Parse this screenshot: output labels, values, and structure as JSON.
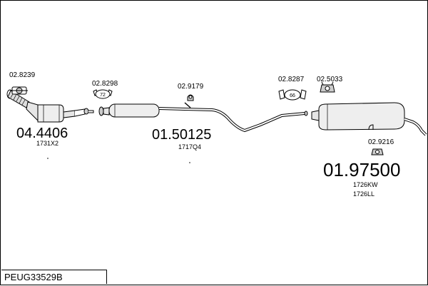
{
  "diagram": {
    "reference": "PEUG33529B",
    "parts": [
      {
        "id": "front-catalyst",
        "code": "04.4406",
        "oe": [
          "1731X2"
        ]
      },
      {
        "id": "middle-silencer",
        "code": "01.50125",
        "oe": [
          "1717Q4"
        ]
      },
      {
        "id": "rear-silencer",
        "code": "01.97500",
        "oe": [
          "1726KW",
          "1726LL"
        ]
      }
    ],
    "accessories": [
      {
        "id": "clamp-a",
        "code": "02.8239"
      },
      {
        "id": "clamp-b",
        "code": "02.8298",
        "size": "72"
      },
      {
        "id": "hanger-a",
        "code": "02.9179"
      },
      {
        "id": "clamp-c",
        "code": "02.8287",
        "size": "66"
      },
      {
        "id": "hanger-b",
        "code": "02.5033"
      },
      {
        "id": "hanger-c",
        "code": "02.9216"
      }
    ]
  }
}
